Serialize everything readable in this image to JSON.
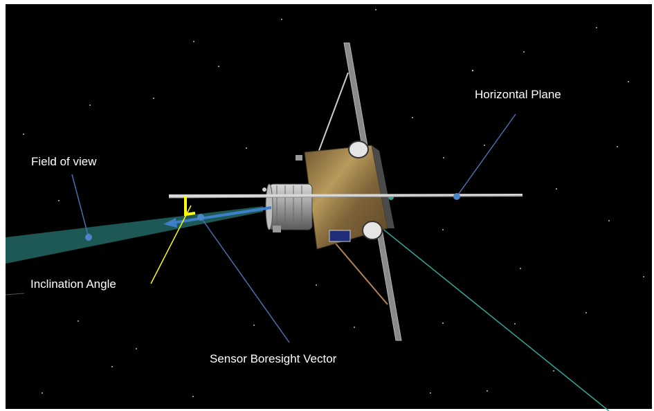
{
  "labels": {
    "field_of_view": "Field of view",
    "horizontal_plane": "Horizontal Plane",
    "inclination_angle": "Inclination Angle",
    "sensor_boresight_vector": "Sensor Boresight Vector"
  },
  "colors": {
    "space": "#000000",
    "frame": "#ffffff",
    "leader_line": "#4a6fae",
    "marker": "#4d86c8",
    "fov_cone": "#1f5d5a",
    "boresight_arrow": "#3d7fc9",
    "inclination_arc": "#ffff00",
    "horizontal_plane": "#d8d8d8",
    "gold_blanket": "#8a6b3a",
    "green_beam": "#2fa89a"
  },
  "icons": {
    "spacecraft": "spacecraft-icon",
    "marker": "dot-marker-icon"
  }
}
